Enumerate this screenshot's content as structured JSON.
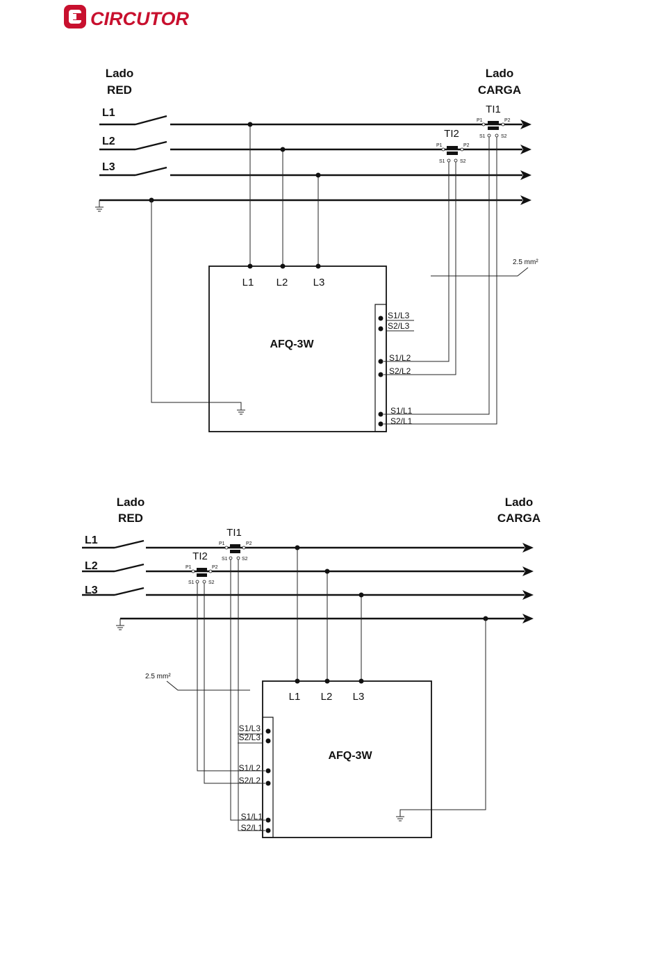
{
  "logo": {
    "text": "CIRCUTOR",
    "color": "#c8102e"
  },
  "accent": "#c8102e",
  "diagrams": [
    {
      "grid_side": [
        "Lado",
        "RED"
      ],
      "load_side": [
        "Lado",
        "CARGA"
      ],
      "lines": [
        "L1",
        "L2",
        "L3"
      ],
      "transformers": [
        {
          "name": "TI1",
          "p1": "P1",
          "p2": "P2",
          "s1": "S1",
          "s2": "S2"
        },
        {
          "name": "TI2",
          "p1": "P1",
          "p2": "P2",
          "s1": "S1",
          "s2": "S2"
        }
      ],
      "device": "AFQ-3W",
      "device_terminals": [
        "L1",
        "L2",
        "L3"
      ],
      "cable_label": "2.5 mm²",
      "signal_terminals": [
        "S1/L3",
        "S2/L3",
        "S1/L2",
        "S2/L2",
        "S1/L1",
        "S2/L1"
      ]
    },
    {
      "grid_side": [
        "Lado",
        "RED"
      ],
      "load_side": [
        "Lado",
        "CARGA"
      ],
      "lines": [
        "L1",
        "L2",
        "L3"
      ],
      "transformers": [
        {
          "name": "TI1",
          "p1": "P1",
          "p2": "P2",
          "s1": "S1",
          "s2": "S2"
        },
        {
          "name": "TI2",
          "p1": "P1",
          "p2": "P2",
          "s1": "S1",
          "s2": "S2"
        }
      ],
      "device": "AFQ-3W",
      "device_terminals": [
        "L1",
        "L2",
        "L3"
      ],
      "cable_label": "2.5 mm²",
      "signal_terminals": [
        "S1/L3",
        "S2/L3",
        "S1/L2",
        "S2/L2",
        "S1/L1",
        "S2/L1"
      ]
    }
  ]
}
